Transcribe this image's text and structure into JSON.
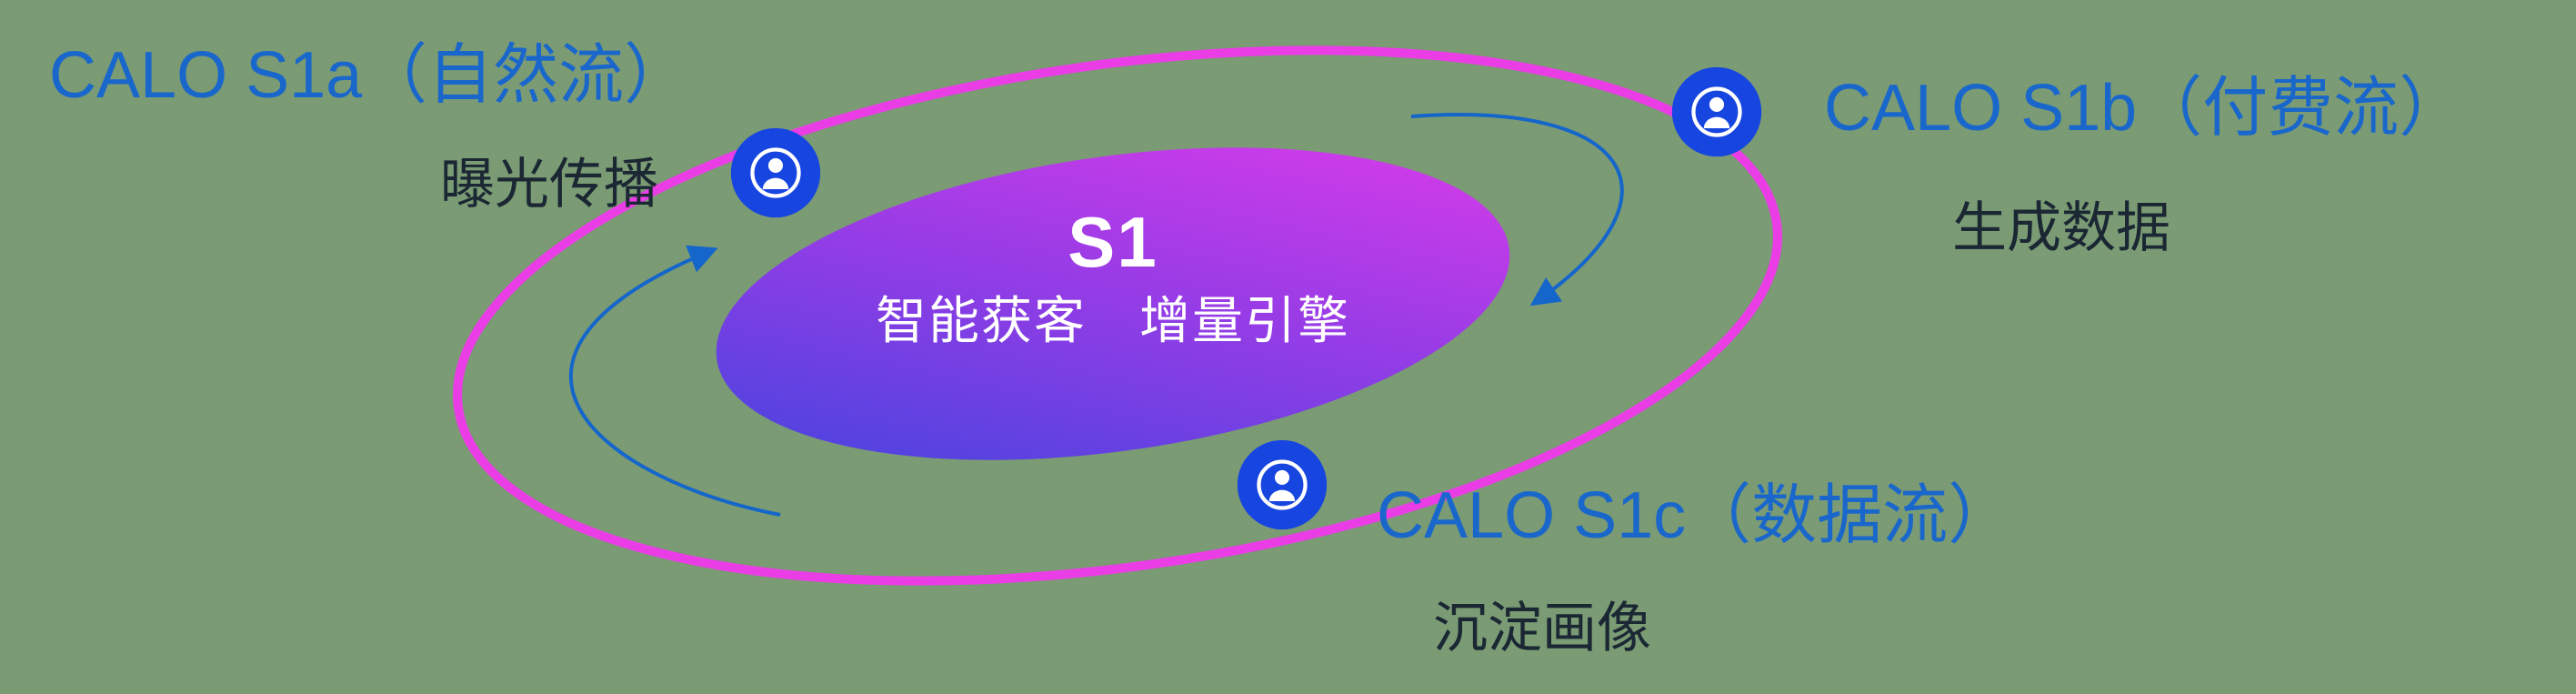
{
  "colors": {
    "background": "#7a9b74",
    "orbit_ring": "#ea3de6",
    "node_fill": "#1745e0",
    "label_blue": "#1a67cc",
    "label_dark": "#1b2733",
    "arrow_blue": "#1566cb",
    "core_gradient_start": "#3c45de",
    "core_gradient_end": "#e23bea",
    "core_text": "#ffffff"
  },
  "center": {
    "title": "S1",
    "subtitle": "智能获客　增量引擎"
  },
  "nodes": [
    {
      "icon": "user-circle-icon",
      "title": "CALO S1a（自然流）",
      "subtitle": "曝光传播"
    },
    {
      "icon": "user-circle-icon",
      "title": "CALO S1b（付费流）",
      "subtitle": "生成数据"
    },
    {
      "icon": "user-circle-icon",
      "title": "CALO S1c（数据流）",
      "subtitle": "沉淀画像"
    }
  ]
}
